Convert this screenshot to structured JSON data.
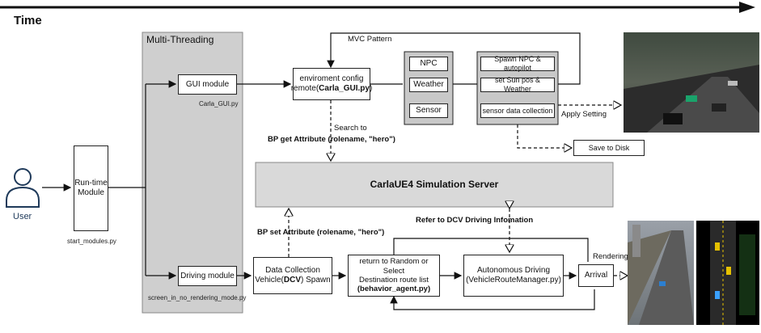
{
  "time_label": "Time",
  "multithreading_label": "Multi-Threading",
  "user_label": "User",
  "runtime_module": "Run-time Module",
  "start_modules_file": "start_modules.py",
  "gui_module": "GUI module",
  "carla_gui_file": "Carla_GUI.py",
  "driving_module": "Driving module",
  "no_render_file": "screen_in_no_rendering_mode.py",
  "env_config_line1": "enviroment config",
  "env_config_line2_pre": "remote(",
  "env_config_line2_bold": "Carla_GUI.py",
  "env_config_line2_post": ")",
  "mvc_label": "MVC Pattern",
  "npc": "NPC",
  "weather": "Weather",
  "sensor": "Sensor",
  "spawn_npc": "Spawn NPC & autopilot",
  "sun_pos": "set Sun pos & Weather",
  "sensor_collection": "sensor data collection",
  "apply_setting": "Apply Setting",
  "save_disk": "Save to Disk",
  "search_to": "Search to",
  "bp_get": "BP get Attribute (rolename, \"hero\")",
  "server": "CarlaUE4 Simulation Server",
  "refer_to": "Refer to DCV Driving Infomation",
  "bp_set": "BP set Attribute (rolename, \"hero\")",
  "dcv_line1": "Data Collection",
  "dcv_line2_pre": "Vehicle(",
  "dcv_line2_bold": "DCV",
  "dcv_line2_post": ") Spawn",
  "route_line1": "return to Random or Select",
  "route_line2": "Destination route list",
  "route_line3": "(behavior_agent.py)",
  "auto_line1": "Autonomous Driving",
  "auto_line2": "(VehicleRouteManager.py)",
  "arrival": "Arrival",
  "rendering": "Rendering",
  "colors": {
    "panel": "#cfcfcf",
    "server": "#d9d9d9",
    "gray_box": "#c8c8c8"
  }
}
